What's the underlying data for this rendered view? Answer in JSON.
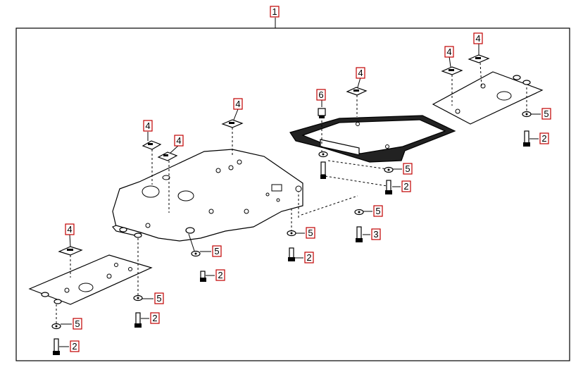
{
  "diagram": {
    "callouts": [
      {
        "label": "1"
      },
      {
        "label": "4"
      },
      {
        "label": "4"
      },
      {
        "label": "4"
      },
      {
        "label": "4"
      },
      {
        "label": "4"
      },
      {
        "label": "4"
      },
      {
        "label": "4"
      },
      {
        "label": "6"
      },
      {
        "label": "5"
      },
      {
        "label": "2"
      },
      {
        "label": "5"
      },
      {
        "label": "2"
      },
      {
        "label": "5"
      },
      {
        "label": "2"
      },
      {
        "label": "5"
      },
      {
        "label": "2"
      },
      {
        "label": "5"
      },
      {
        "label": "3"
      },
      {
        "label": "5"
      },
      {
        "label": "2"
      },
      {
        "label": "5"
      },
      {
        "label": "2"
      }
    ]
  }
}
